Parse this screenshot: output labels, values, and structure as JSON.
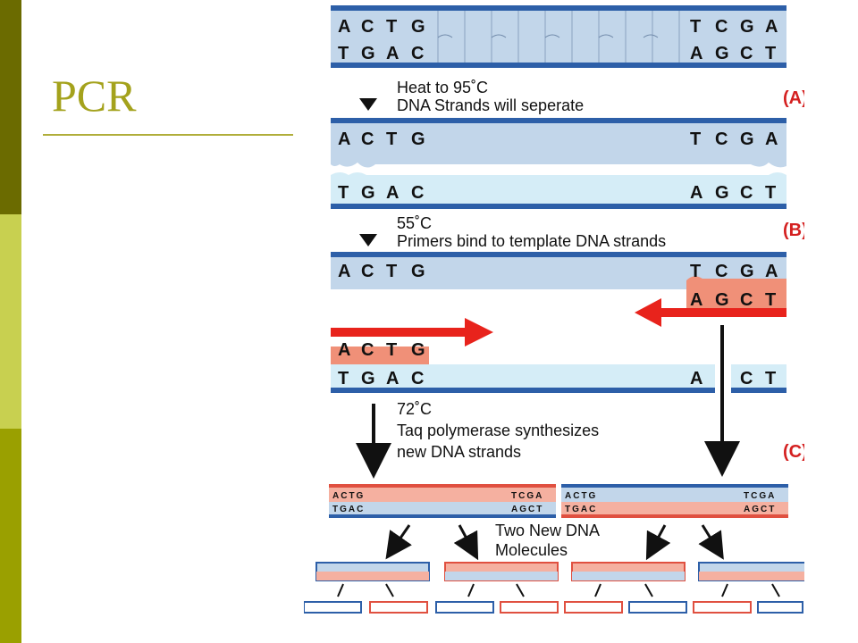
{
  "slide": {
    "title": "PCR",
    "colors": {
      "sidebar_dark": "#6b6b00",
      "sidebar_light": "#c8d050",
      "sidebar_mid": "#9aa000",
      "title": "#a4a21c",
      "backbone": "#2d5fa8",
      "strand_fill": "#b9cfe6",
      "strand_fill_light": "#d5edf7",
      "primer": "#e05040",
      "primer_fill": "#f09078",
      "arrow_red": "#e8231c",
      "label_red": "#d42020"
    }
  },
  "diagram": {
    "left_bases_top": [
      "A",
      "C",
      "T",
      "G"
    ],
    "right_bases_top": [
      "T",
      "C",
      "G",
      "A"
    ],
    "left_bases_bottom": [
      "T",
      "G",
      "A",
      "C"
    ],
    "right_bases_bottom": [
      "A",
      "G",
      "C",
      "T"
    ],
    "step_a": {
      "label": "(A)",
      "line1": "Heat to 95˚C",
      "line2": "DNA Strands will seperate"
    },
    "step_b": {
      "label": "(B)",
      "line1": "55˚C",
      "line2": "Primers bind to template DNA strands"
    },
    "step_c": {
      "label": "(C)",
      "line1": "72˚C",
      "line2": "Taq polymerase synthesizes",
      "line3": "new DNA strands"
    },
    "two_new": {
      "line1": "Two New DNA",
      "line2": "Molecules"
    },
    "mini_left_top": "ACTG",
    "mini_right_top": "TCGA",
    "mini_left_bottom": "TGAC",
    "mini_right_bottom": "AGCT"
  }
}
